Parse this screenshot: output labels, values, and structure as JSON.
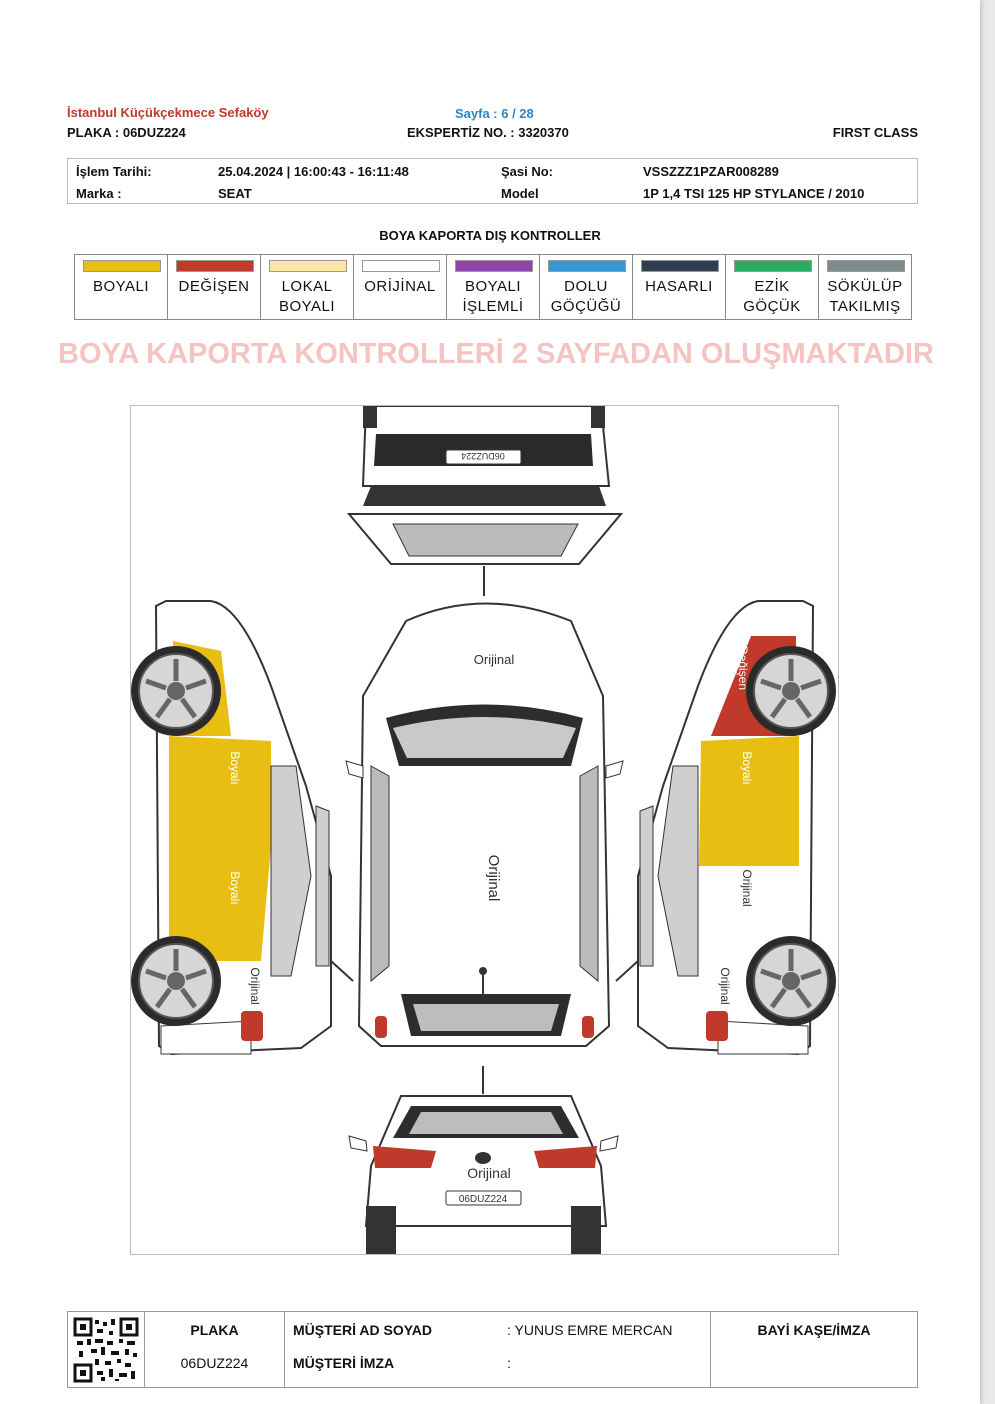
{
  "header": {
    "location": "İstanbul Küçükçekmece Sefaköy",
    "page": "Sayfa : 6 / 28",
    "plate": "PLAKA : 06DUZ224",
    "expertise_no": "EKSPERTİZ NO. : 3320370",
    "package": "FIRST CLASS"
  },
  "info": {
    "date_label": "İşlem Tarihi:",
    "date_value": "25.04.2024 | 16:00:43 - 16:11:48",
    "chassis_label": "Şasi No:",
    "chassis_value": "VSSZZZ1PZAR008289",
    "brand_label": "Marka :",
    "brand_value": "SEAT",
    "model_label": "Model",
    "model_value": "1P 1,4 TSI 125 HP STYLANCE / 2010"
  },
  "section_title": "BOYA KAPORTA DIŞ KONTROLLER",
  "legend": [
    {
      "label": "BOYALI",
      "color": "#e9be13"
    },
    {
      "label": "DEĞİŞEN",
      "color": "#c0392b"
    },
    {
      "label": "LOKAL\nBOYALI",
      "color": "#fbe6a2"
    },
    {
      "label": "ORİJİNAL",
      "color": "#ffffff"
    },
    {
      "label": "BOYALI\nİŞLEMLİ",
      "color": "#8e44ad"
    },
    {
      "label": "DOLU\nGÖÇÜĞÜ",
      "color": "#3498db"
    },
    {
      "label": "HASARLI",
      "color": "#2c3e50"
    },
    {
      "label": "EZİK\nGÖÇÜK",
      "color": "#27ae60"
    },
    {
      "label": "SÖKÜLÜP\nTAKILMIŞ",
      "color": "#7f8c8d"
    }
  ],
  "watermark": "BOYA KAPORTA KONTROLLERİ 2 SAYFADAN OLUŞMAKTADIR",
  "diagram": {
    "plate_text": "06DUZ224",
    "labels": {
      "hood": "Orijinal",
      "roof": "Orijinal",
      "rear": "Orijinal",
      "left_front_fender": "Boyalı",
      "left_front_door": "Boyalı",
      "left_rear_door": "Boyalı",
      "left_rear_fender": "Orijinal",
      "right_front_fender": "Değişen",
      "right_front_door": "Boyalı",
      "right_rear_door": "Orijinal",
      "right_rear_fender": "Orijinal"
    }
  },
  "footer": {
    "plate_label": "PLAKA",
    "plate_value": "06DUZ224",
    "customer_name_label": "MÜŞTERİ AD SOYAD",
    "customer_name_value": ": YUNUS EMRE MERCAN",
    "customer_sign_label": "MÜŞTERİ İMZA",
    "customer_sign_value": ":",
    "dealer_label": "BAYİ KAŞE/İMZA"
  }
}
